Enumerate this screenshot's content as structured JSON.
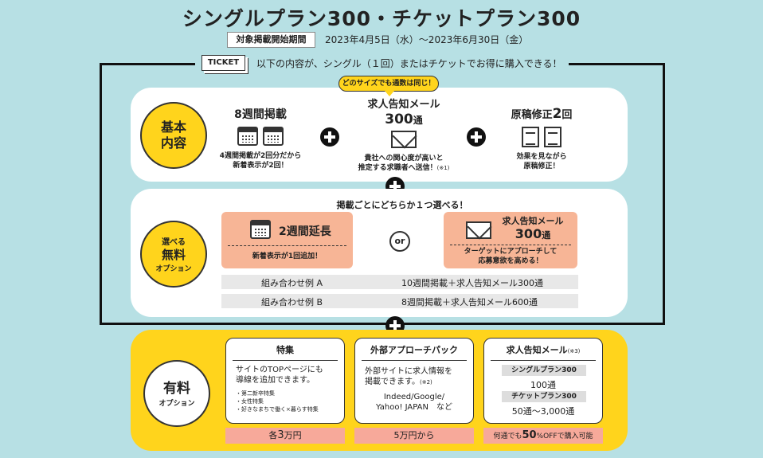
{
  "title": "シングルプラン300・チケットプラン300",
  "period": {
    "label": "対象掲載開始期間",
    "text": "2023年4月5日（水）～2023年6月30日（金）"
  },
  "ticket": {
    "badge": "TICKET",
    "text": "以下の内容が、シングル（１回）またはチケットでお得に購入できる！"
  },
  "basic": {
    "circle": [
      "基本",
      "内容"
    ],
    "bubble": "どのサイズでも通数は同じ！",
    "item1": {
      "title": "8週間掲載",
      "desc1": "4週間掲載が2回分だから",
      "desc2": "新着表示が2回！"
    },
    "item2": {
      "title": "求人告知メール",
      "count": "300",
      "unit": "通",
      "desc1": "貴社への関心度が高いと",
      "desc2": "推定する求職者へ送信！",
      "note": "(※1)"
    },
    "item3": {
      "title": "原稿修正",
      "count": "2",
      "unit": "回",
      "desc1": "効果を見ながら",
      "desc2": "原稿修正！"
    }
  },
  "free": {
    "circle": [
      "選べる",
      "無料",
      "オプション"
    ],
    "heading": "掲載ごとにどちらか１つ選べる！",
    "optA": {
      "title": "2週間延長",
      "desc": "新着表示が1回追加！"
    },
    "or": "or",
    "optB": {
      "title": "求人告知メール",
      "count": "300",
      "unit": "通",
      "desc1": "ターゲットにアプローチして",
      "desc2": "応募意欲を高める！"
    },
    "combos": [
      {
        "label": "組み合わせ例 A",
        "value": "10週間掲載＋求人告知メール300通"
      },
      {
        "label": "組み合わせ例 B",
        "value": "8週間掲載＋求人告知メール600通"
      }
    ]
  },
  "paid": {
    "circle": [
      "有料",
      "オプション"
    ],
    "feature": {
      "title": "特集",
      "desc1": "サイトのTOPページにも",
      "desc2": "導線を追加できます。",
      "items": [
        "・第二新卒特集",
        "・女性特集",
        "・好きなまちで働く×暮らす特集"
      ],
      "price_pre": "各",
      "price_num": "3",
      "price_post": "万円"
    },
    "external": {
      "title": "外部アプローチパック",
      "desc1": "外部サイトに求人情報を",
      "desc2": "掲載できます。",
      "note": "(※2)",
      "sites1": "Indeed/Google/",
      "sites2": "Yahoo! JAPAN　など",
      "price": "5万円から"
    },
    "mail": {
      "title": "求人告知メール",
      "note": "(※3)",
      "single_label": "シングルプラン300",
      "single_value": "100通",
      "ticket_label": "チケットプラン300",
      "ticket_value": "50通～3,000通",
      "price_pre": "何通でも",
      "price_num": "50",
      "price_post": "%OFFで購入可能"
    }
  }
}
